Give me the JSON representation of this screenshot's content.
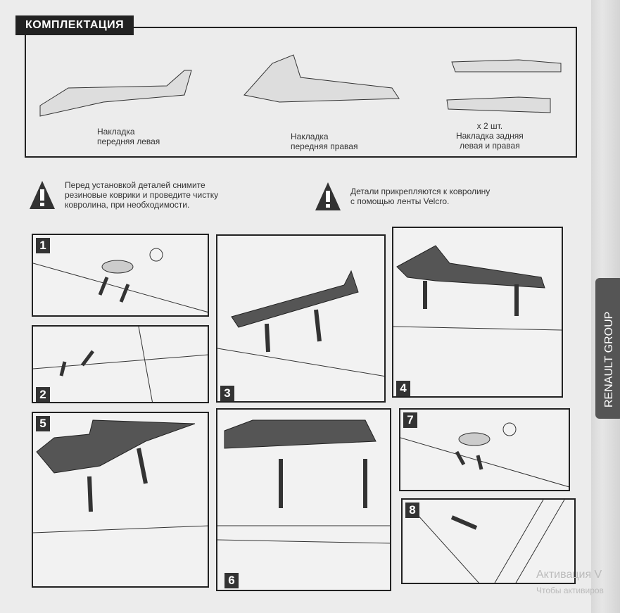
{
  "kit": {
    "title": "КОМПЛЕКТАЦИЯ",
    "items": [
      {
        "line1": "Накладка",
        "line2": "передняя левая"
      },
      {
        "line1": "Накладка",
        "line2": "передняя правая"
      },
      {
        "qty": "x 2 шт.",
        "line1": "Накладка задняя",
        "line2": "левая и правая"
      }
    ]
  },
  "warnings": [
    {
      "line1": "Перед установкой деталей снимите",
      "line2": "резиновые коврики и проведите чистку",
      "line3": "ковролина, при необходимости."
    },
    {
      "line1": "Детали прикрепляются к ковролину",
      "line2": "с помощью ленты Velcro."
    }
  ],
  "steps": [
    "1",
    "2",
    "3",
    "4",
    "5",
    "6",
    "7",
    "8"
  ],
  "tag": {
    "text": "RENAULT GROUP"
  },
  "watermark": {
    "line1": "Активация V",
    "line2": "Чтобы активиров"
  }
}
